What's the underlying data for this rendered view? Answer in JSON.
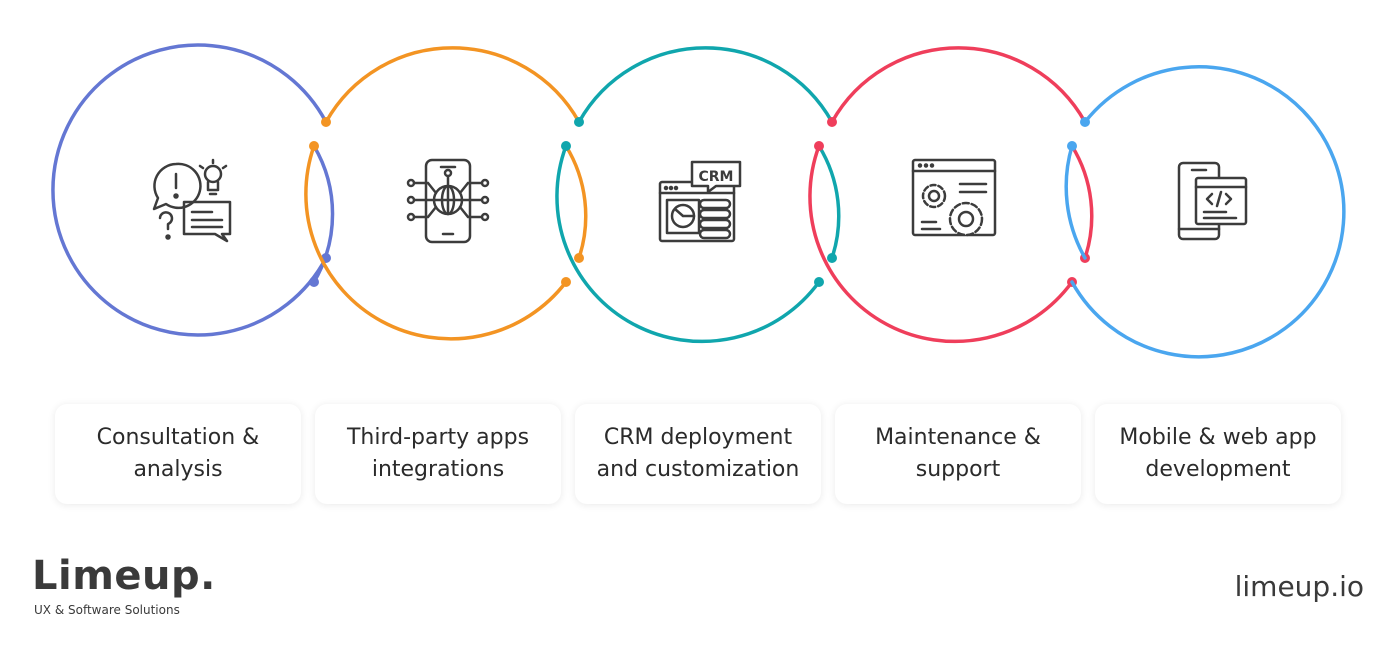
{
  "colors": [
    "#6477d3",
    "#f39423",
    "#10a6ad",
    "#ef3e5b",
    "#4aa6ef"
  ],
  "steps": [
    {
      "line1": "Consultation &",
      "line2": "analysis",
      "icon": "consultation-icon"
    },
    {
      "line1": "Third-party apps",
      "line2": "integrations",
      "icon": "integration-phone-icon"
    },
    {
      "line1": "CRM deployment",
      "line2": "and customization",
      "icon": "crm-icon"
    },
    {
      "line1": "Maintenance &",
      "line2": "support",
      "icon": "gears-icon"
    },
    {
      "line1": "Mobile & web app",
      "line2": "development",
      "icon": "mobile-web-icon"
    }
  ],
  "icons": {
    "crm_text": "CRM"
  },
  "brand": {
    "logo": "Limeup.",
    "tagline": "UX & Software Solutions",
    "site": "limeup.io"
  }
}
